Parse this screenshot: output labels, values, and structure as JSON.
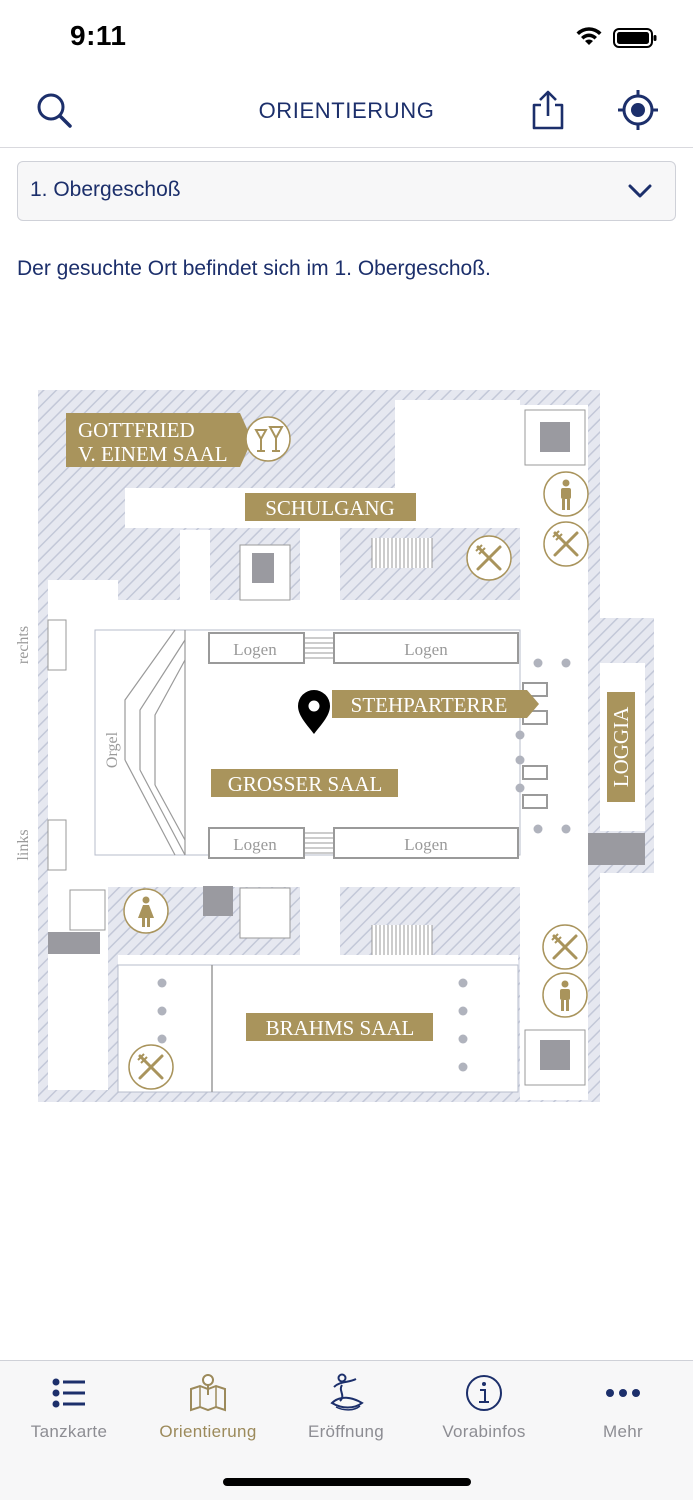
{
  "status": {
    "time": "9:11"
  },
  "nav": {
    "title": "ORIENTIERUNG",
    "search_icon": "search-icon",
    "share_icon": "share-icon",
    "locate_icon": "locate-icon"
  },
  "floor_select": {
    "value": "1. Obergeschoß"
  },
  "location_note": "Der gesuchte Ort befindet sich im 1. Obergeschoß.",
  "map": {
    "rooms": {
      "gottfried_line1": "GOTTFRIED",
      "gottfried_line2": "V. EINEM SAAL",
      "schulgang": "SCHULGANG",
      "stehparterre": "STEHPARTERRE",
      "grosser_saal": "GROSSER SAAL",
      "loggia": "LOGGIA",
      "brahms_saal": "BRAHMS SAAL"
    },
    "boxes": {
      "logen": "Logen"
    },
    "side_labels": {
      "rechts": "rechts",
      "links": "links",
      "orgel": "Orgel"
    },
    "colors": {
      "gold": "#a9945c",
      "hatch": "#c7cbd9",
      "stair": "#9a9a9a",
      "wall": "#e3e5ee"
    }
  },
  "tabs": [
    {
      "label": "Tanzkarte",
      "icon": "list-icon"
    },
    {
      "label": "Orientierung",
      "icon": "map-pin-icon"
    },
    {
      "label": "Eröffnung",
      "icon": "dancer-icon"
    },
    {
      "label": "Vorabinfos",
      "icon": "info-icon"
    },
    {
      "label": "Mehr",
      "icon": "more-icon"
    }
  ],
  "active_tab": "Orientierung"
}
